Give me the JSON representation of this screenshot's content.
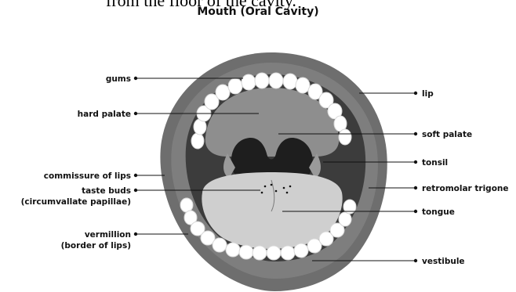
{
  "cutoff_text": "from the floor of the cavity.",
  "title": "Mouth (Oral Cavity)",
  "labels": {
    "gums": "gums",
    "hard_palate": "hard palate",
    "commissure": "commissure of lips",
    "taste_buds_1": "taste buds",
    "taste_buds_2": "(circumvallate papillae)",
    "vermillion_1": "vermillion",
    "vermillion_2": "(border of lips)",
    "lip": "lip",
    "soft_palate": "soft palate",
    "tonsil": "tonsil",
    "retromolar": "retromolar trigone",
    "tongue": "tongue",
    "vestibule": "vestibule"
  },
  "colors": {
    "lips": "#6e6e6e",
    "cavity": "#3c3c3c",
    "palate": "#8e8e8e",
    "throat": "#1e1e1e",
    "tongue": "#cfcfcf",
    "teeth": "#ffffff"
  }
}
